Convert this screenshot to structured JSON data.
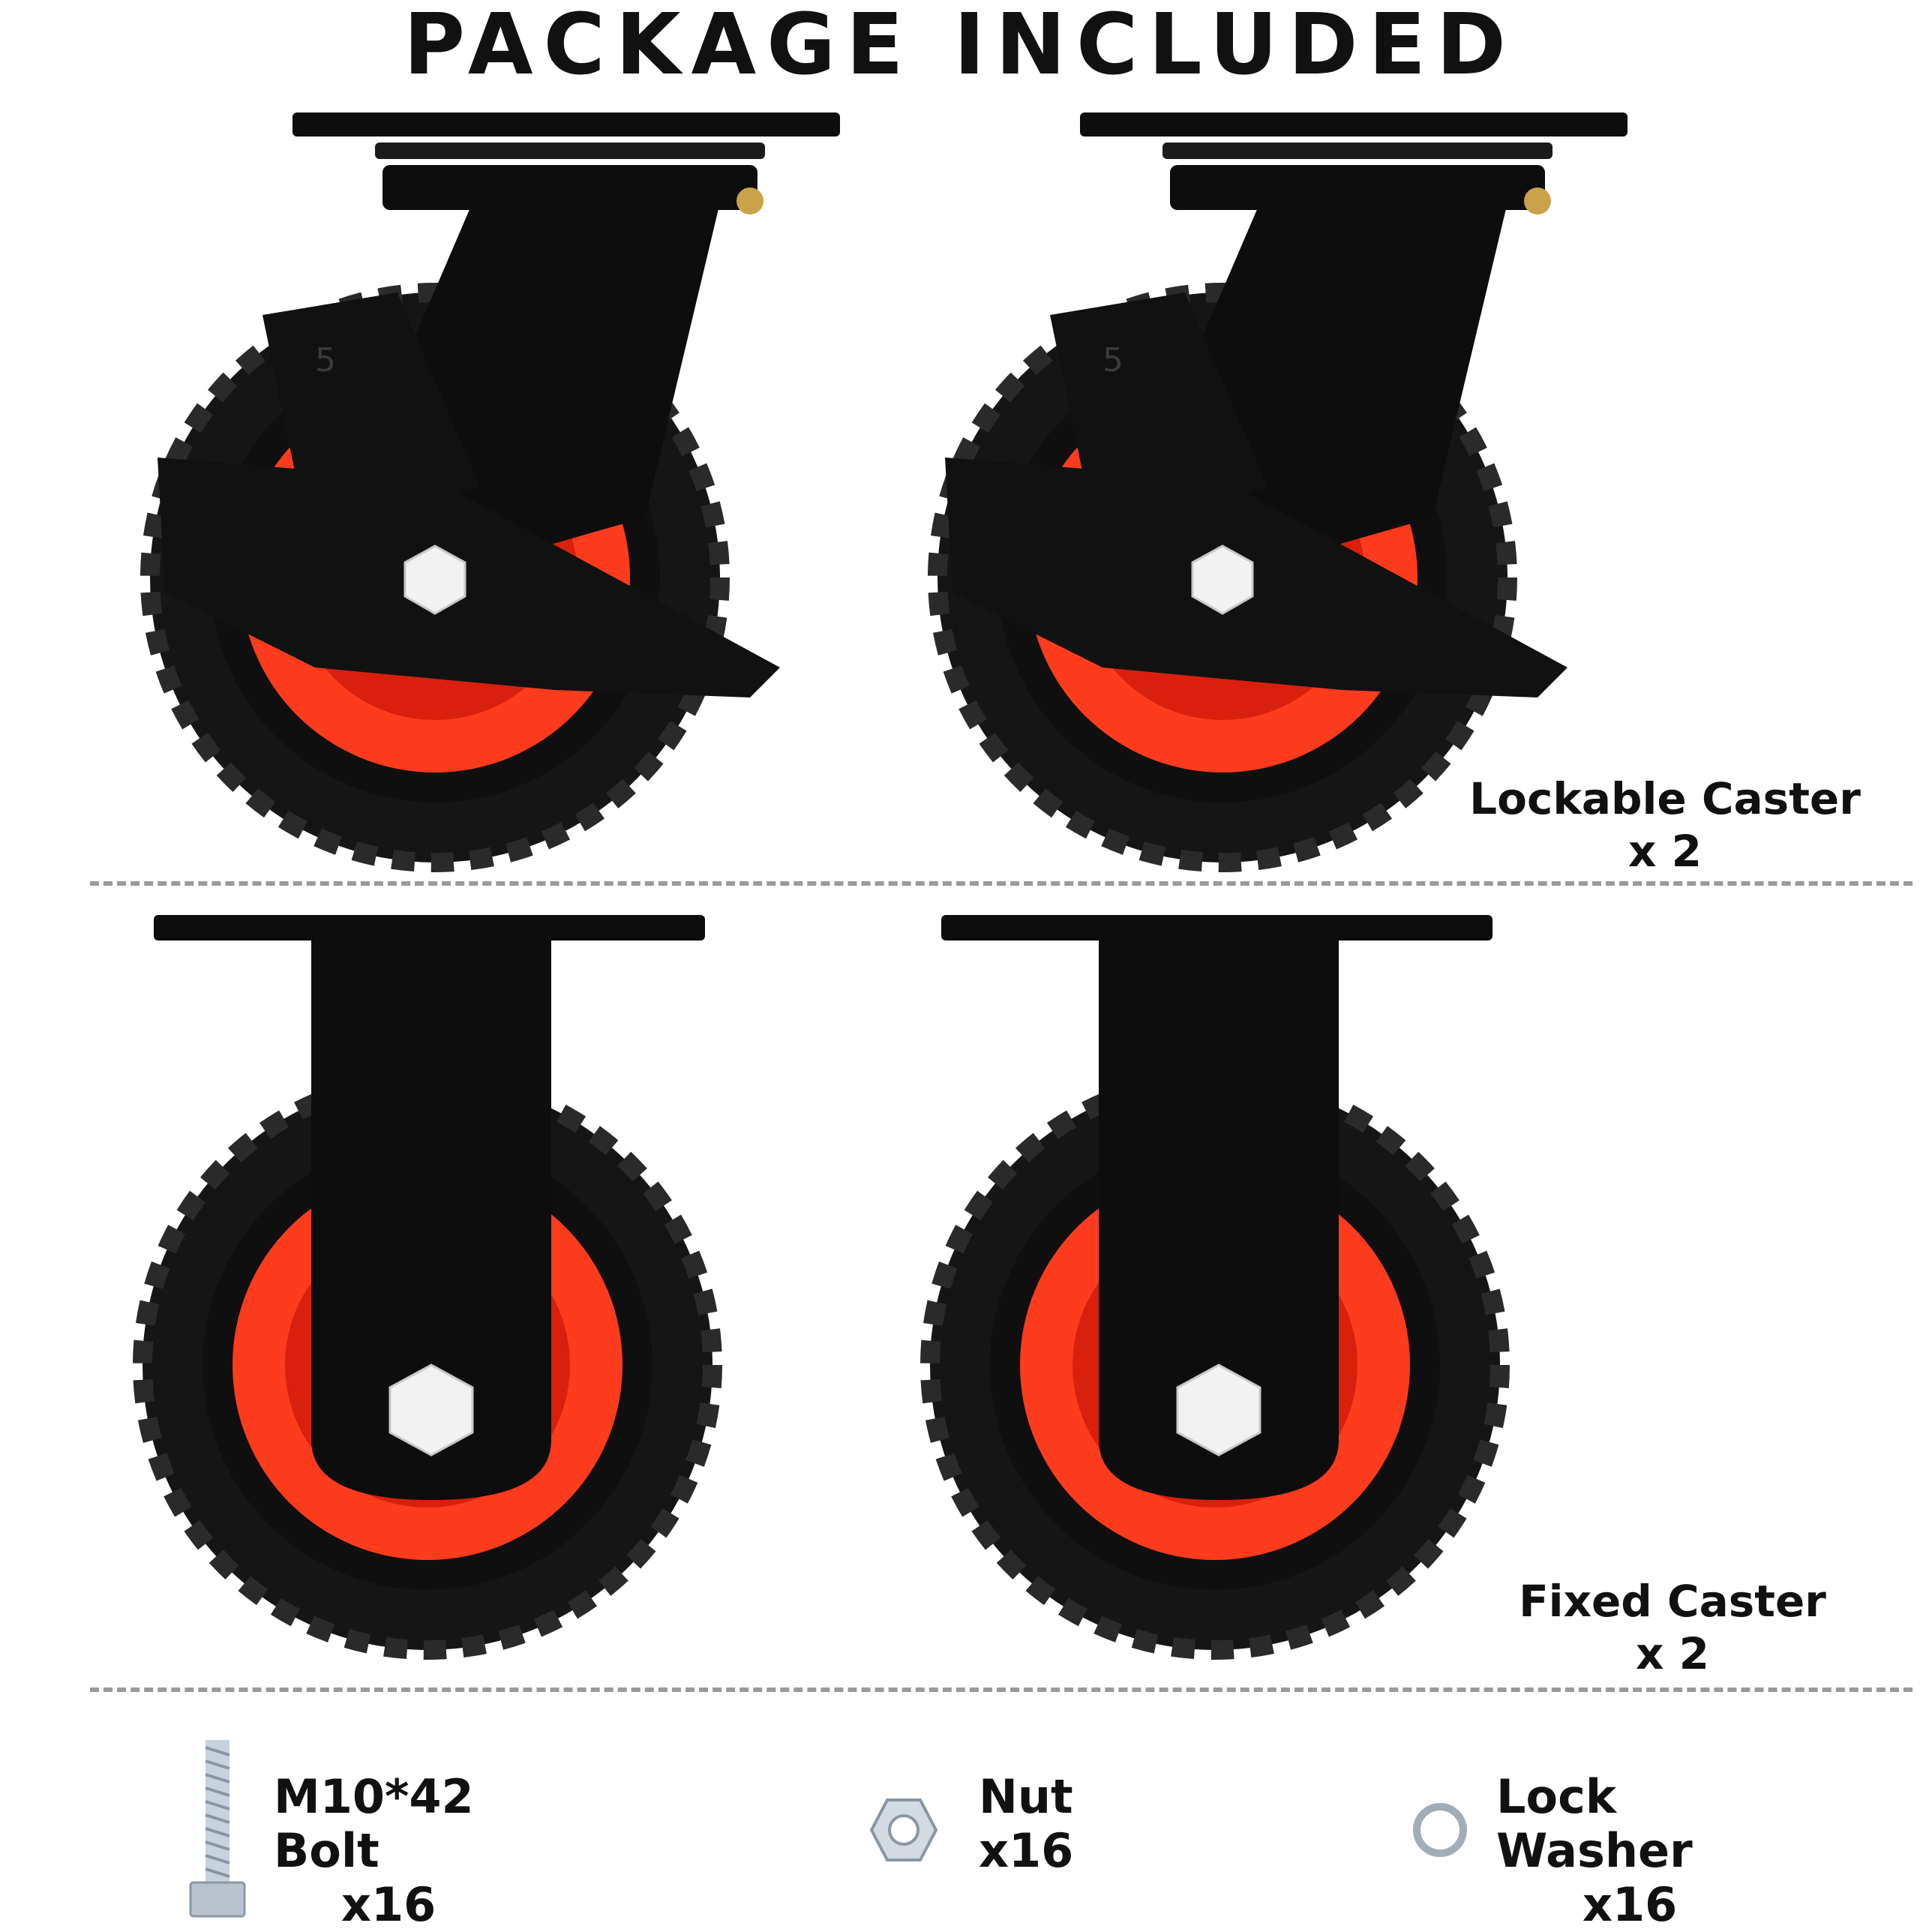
{
  "title": "PACKAGE INCLUDED",
  "sections": {
    "lockable": {
      "name": "Lockable Caster",
      "qty": "x 2",
      "wheel_mark": "5"
    },
    "fixed": {
      "name": "Fixed Caster",
      "qty": "x 2"
    }
  },
  "accessories": [
    {
      "name": "M10*42 Bolt",
      "qty": "x16",
      "icon": "bolt-icon"
    },
    {
      "name": "Nut",
      "qty": "x16",
      "icon": "hex-nut-icon"
    },
    {
      "name": "Lock Washer",
      "qty": "x16",
      "icon": "lock-washer-icon"
    }
  ],
  "colors": {
    "tire": "#151515",
    "rim": "#ff3b1e",
    "rim_dark": "#d8200c",
    "steel": "#0d0d0d",
    "bolt_head": "#f2f2f2",
    "divider": "#9a9a9a"
  }
}
